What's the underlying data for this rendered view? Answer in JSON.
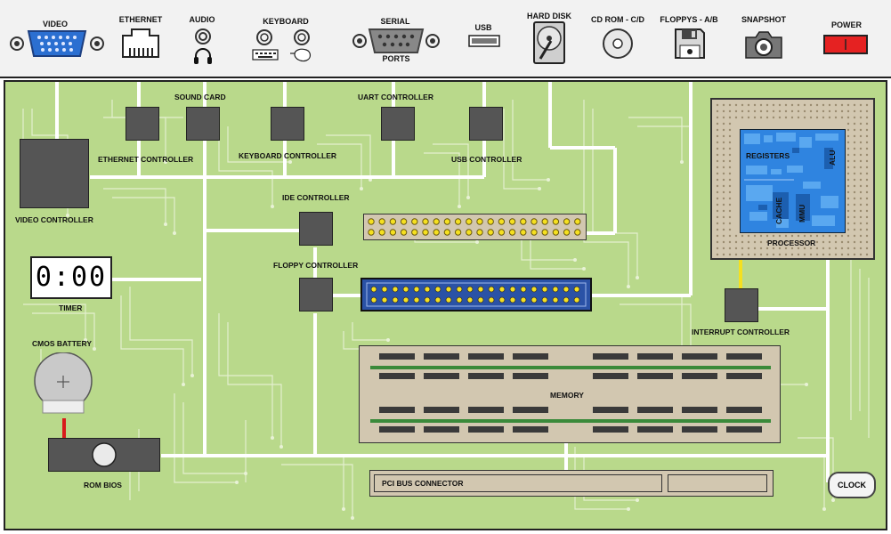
{
  "toolbar": {
    "video": "VIDEO",
    "ethernet": "ETHERNET",
    "audio": "AUDIO",
    "keyboard": "KEYBOARD",
    "serial": "SERIAL",
    "ports": "PORTS",
    "usb": "USB",
    "hard_disk": "HARD DISK",
    "cd_rom": "CD ROM - C/D",
    "floppys": "FLOPPYS - A/B",
    "snapshot": "SNAPSHOT",
    "power": "POWER"
  },
  "board": {
    "sound_card": "SOUND CARD",
    "uart_controller": "UART CONTROLLER",
    "ethernet_controller": "ETHERNET CONTROLLER",
    "keyboard_controller": "KEYBOARD CONTROLLER",
    "usb_controller": "USB CONTROLLER",
    "video_controller": "VIDEO CONTROLLER",
    "ide_controller": "IDE CONTROLLER",
    "floppy_controller": "FLOPPY CONTROLLER",
    "timer": "TIMER",
    "timer_value": "0:00",
    "cmos_battery": "CMOS BATTERY",
    "rom_bios": "ROM BIOS",
    "memory": "MEMORY",
    "pci_bus_connector": "PCI BUS CONNECTOR",
    "processor": "PROCESSOR",
    "registers": "REGISTERS",
    "alu": "ALU",
    "cache": "CACHE",
    "mmu": "MMU",
    "interrupt_controller": "INTERRUPT CONTROLLER",
    "clock": "CLOCK"
  },
  "colors": {
    "board": "#b9d98b",
    "trace": "#ffffff",
    "chip": "#555555",
    "panel": "#d2c7b0",
    "floppy_connector": "#2a52a6",
    "cpu_die": "#2f84e0",
    "power": "#e52222",
    "memory_bar": "#3a8a3a"
  },
  "icons": [
    "vga-connector-icon",
    "ethernet-jack-icon",
    "audio-jack-icon",
    "headphones-icon",
    "ps2-keyboard-port-icon",
    "ps2-mouse-port-icon",
    "db9-serial-icon",
    "usb-port-icon",
    "hard-disk-icon",
    "cd-rom-icon",
    "floppy-disk-icon",
    "camera-icon",
    "power-switch-icon"
  ]
}
